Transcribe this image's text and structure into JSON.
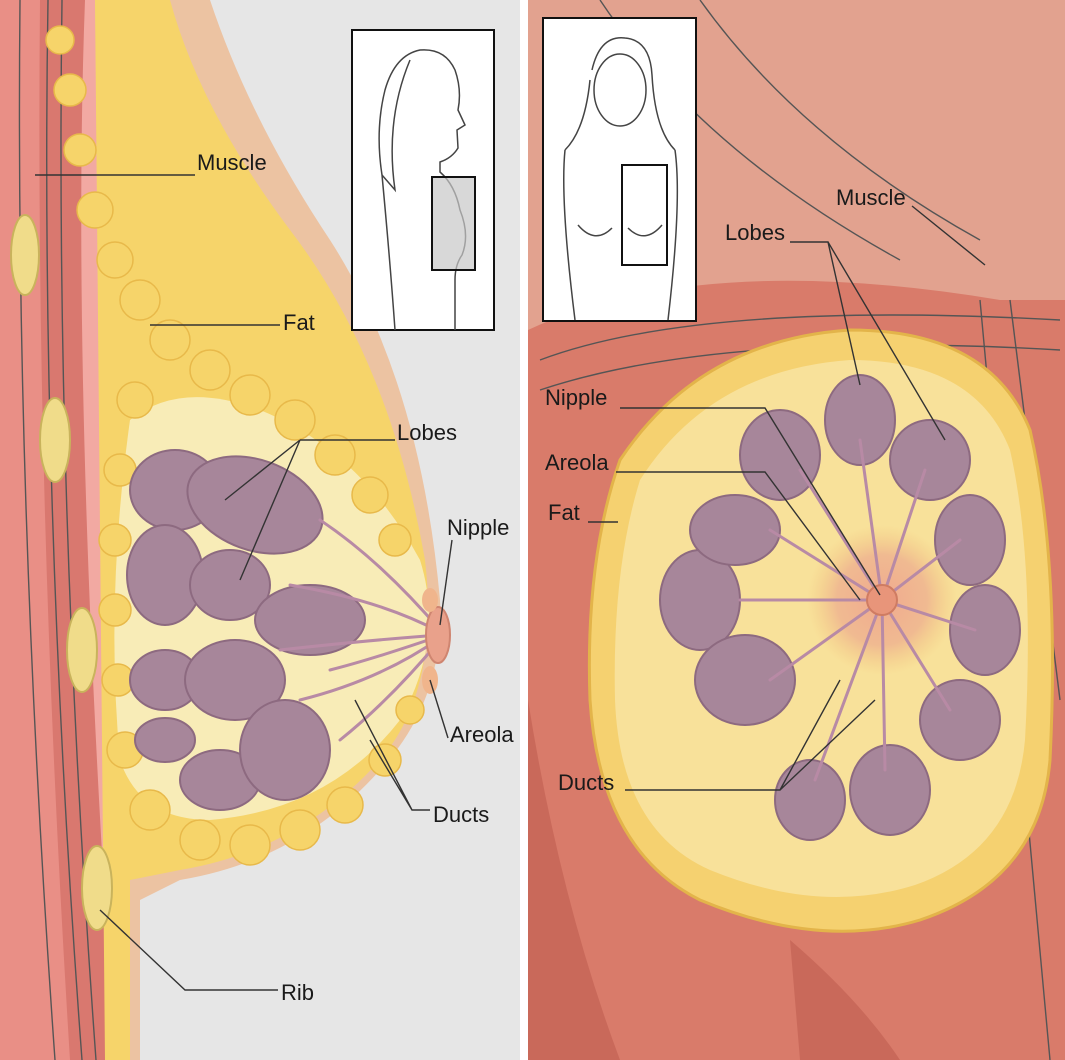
{
  "side_view": {
    "labels": {
      "muscle": "Muscle",
      "fat": "Fat",
      "lobes": "Lobes",
      "nipple": "Nipple",
      "areola": "Areola",
      "ducts": "Ducts",
      "rib": "Rib"
    }
  },
  "front_view": {
    "labels": {
      "muscle": "Muscle",
      "lobes": "Lobes",
      "nipple": "Nipple",
      "areola": "Areola",
      "fat": "Fat",
      "ducts": "Ducts"
    }
  },
  "colors": {
    "muscle": "#d9786f",
    "fat": "#f6d46a",
    "lobe": "#a7869a",
    "skin": "#f1c7a6",
    "background": "#e6e6e6"
  }
}
